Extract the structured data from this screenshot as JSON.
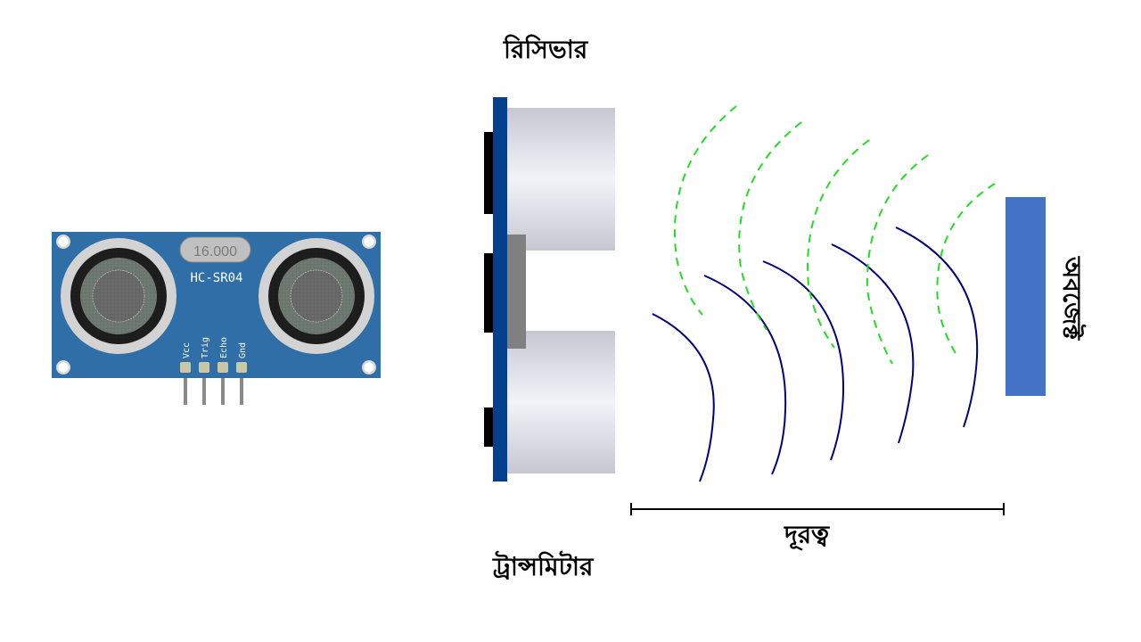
{
  "module": {
    "crystal_label": "16.000",
    "model_label": "HC-SR04",
    "pins": [
      "Vcc",
      "Trig",
      "Echo",
      "Gnd"
    ],
    "board_color": "#2f6ea6",
    "pad_color": "#c8c8a8",
    "pin_color": "#8a8a8a"
  },
  "labels": {
    "receiver": "রিসিভার",
    "transmitter": "ট্রান্সমিটার",
    "distance": "দূরত্ব",
    "object": "অবজেক্ট"
  },
  "colors": {
    "sensor_board_side": "#063f8c",
    "transducer_body": "#e4e4ec",
    "crystal_side": "#808080",
    "emitted_wave": "#000080",
    "reflected_wave": "#22dd22",
    "object": "#4472c4",
    "distance_line": "#000000"
  },
  "waves": {
    "emitted_count": 5,
    "reflected_count": 5
  }
}
